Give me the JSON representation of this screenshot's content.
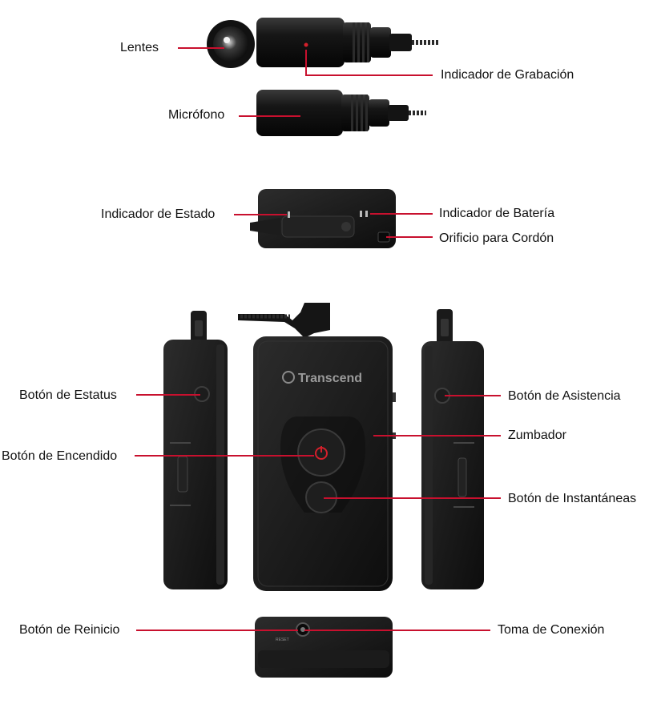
{
  "labels": {
    "lens": "Lentes",
    "rec_indicator": "Indicador de Grabación",
    "microphone": "Micrófono",
    "status_indicator": "Indicador de Estado",
    "battery_indicator": "Indicador de Batería",
    "lanyard_hole": "Orificio para Cordón",
    "status_button": "Botón de Estatus",
    "assist_button": "Botón de Asistencia",
    "power_button": "Botón de Encendido",
    "buzzer": "Zumbador",
    "snapshot_button": "Botón de Instantáneas",
    "reset_button": "Botón de Reinicio",
    "connector": "Toma de Conexión"
  },
  "brand": "Transcend",
  "reset_mark": "RESET",
  "colors": {
    "leader": "#c8102e",
    "body": "#141414",
    "edge": "#2a2a2a"
  }
}
